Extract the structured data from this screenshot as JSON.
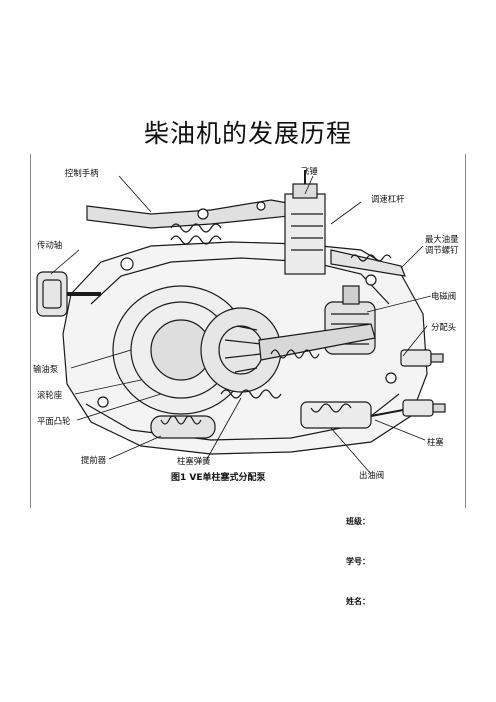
{
  "document": {
    "title": "柴油机的发展历程"
  },
  "figure": {
    "caption": "图1 VE单柱塞式分配泵",
    "labels": {
      "control_handle": "控制手柄",
      "flyweight": "飞锤",
      "governor_lever": "调速杠杆",
      "drive_shaft": "传动轴",
      "max_fuel_screw_1": "最大油量",
      "max_fuel_screw_2": "调节螺钉",
      "solenoid_valve": "电磁阀",
      "distributor_head": "分配头",
      "feed_pump": "输油泵",
      "roller_seat": "滚轮座",
      "cam_plate": "平面凸轮",
      "plunger": "柱塞",
      "advance_device": "提前器",
      "delivery_valve": "出油阀",
      "plunger_spring": "柱塞弹簧"
    }
  },
  "form": {
    "class_label": "班级：",
    "student_id_label": "学号：",
    "name_label": "姓名："
  }
}
